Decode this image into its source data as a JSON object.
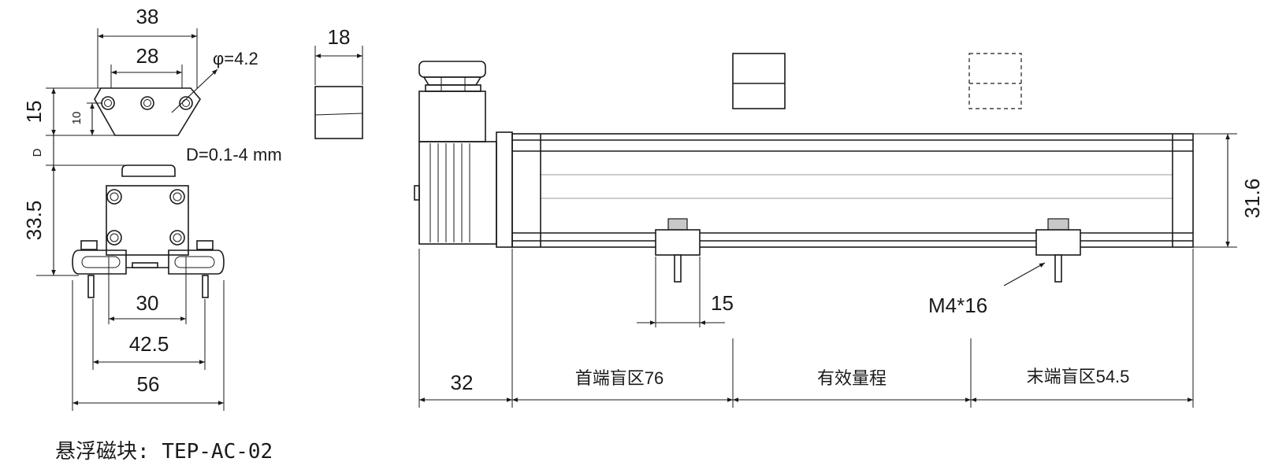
{
  "dimensions": {
    "d38": "38",
    "d28": "28",
    "phi": "φ=4.2",
    "d18": "18",
    "d15": "15",
    "d10": "10",
    "dD": "D",
    "dRange": "D=0.1-4 mm",
    "d33_5": "33.5",
    "d30": "30",
    "d42_5": "42.5",
    "d56": "56",
    "d15b": "15",
    "m4": "M4*16",
    "d31_6": "31.6",
    "d32": "32"
  },
  "zones": {
    "head_dead": "首端盲区76",
    "effective": "有效量程",
    "tail_dead": "末端盲区54.5"
  },
  "caption": "悬浮磁块: TEP-AC-02"
}
